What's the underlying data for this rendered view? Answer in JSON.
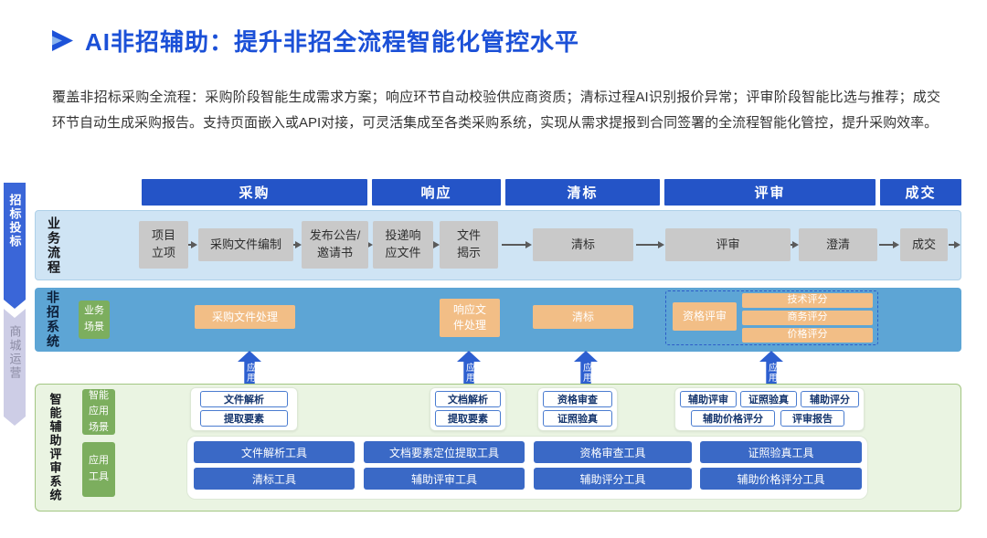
{
  "header": {
    "title": "AI非招辅助：提升非招全流程智能化管控水平",
    "description": "覆盖非招标采购全流程：采购阶段智能生成需求方案；响应环节自动校验供应商资质；清标过程AI识别报价异常；评审阶段智能比选与推荐；成交环节自动生成采购报告。支持页面嵌入或API对接，可灵活集成至各类采购系统，实现从需求提报到合同签署的全流程智能化管控，提升采购效率。"
  },
  "ribbon": {
    "top": "招标投标",
    "bottom": "商城运营"
  },
  "phases": [
    "采购",
    "响应",
    "清标",
    "评审",
    "成交"
  ],
  "process": {
    "label": "业务流程",
    "steps": [
      "项目立项",
      "采购文件编制",
      "发布公告/邀请书",
      "投递响应文件",
      "文件揭示",
      "清标",
      "评审",
      "澄清",
      "成交"
    ]
  },
  "nonbid": {
    "label": "非招系统",
    "tag": "业务场景",
    "items": [
      "采购文件处理",
      "响应文件处理",
      "清标",
      "资格评审"
    ],
    "scores": [
      "技术评分",
      "商务评分",
      "价格评分"
    ]
  },
  "apply_label": "应用",
  "smart": {
    "label": "智能辅助评审系统",
    "scenario_tag": "智能应用场景",
    "tool_tag": "应用工具",
    "scenarios": [
      [
        "文件解析",
        "提取要素"
      ],
      [
        "文档解析",
        "提取要素"
      ],
      [
        "资格审查",
        "证照验真"
      ],
      [
        "辅助评审",
        "证照验真",
        "辅助评分",
        "辅助价格评分",
        "评审报告"
      ]
    ],
    "tools": [
      [
        "文件解析工具",
        "文档要素定位提取工具",
        "资格审查工具",
        "证照验真工具"
      ],
      [
        "清标工具",
        "辅助评审工具",
        "辅助评分工具",
        "辅助价格评分工具"
      ]
    ]
  },
  "colors": {
    "accent_blue": "#1b50d7",
    "ribbon_blue": "#3a66d8",
    "ribbon_gray": "#cdcde6",
    "phase_blue": "#2454c7",
    "band_light_blue": "#cfe4f4",
    "band_mid_blue": "#5da5d5",
    "step_gray": "#c9c9c9",
    "orange": "#f2be86",
    "green_tag": "#7cae5e",
    "apply_blue": "#2d5fd0",
    "band_green": "#eaf4e2",
    "tool_blue": "#3a69c6"
  }
}
